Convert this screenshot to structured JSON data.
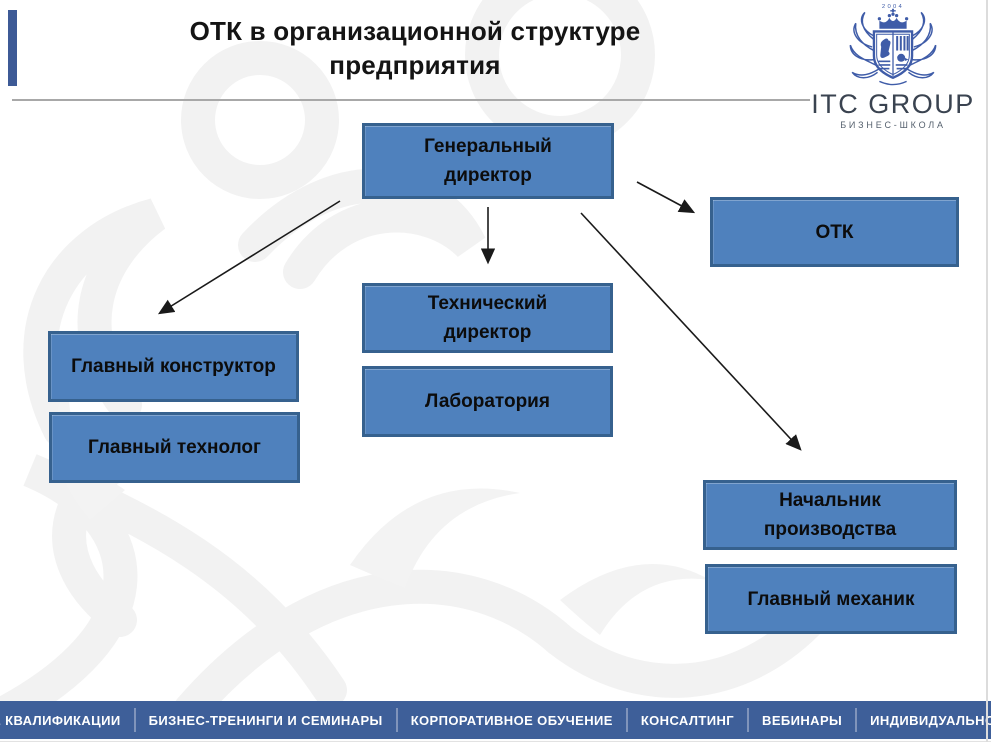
{
  "slide": {
    "title": "ОТК в организационной структуре\nпредприятия"
  },
  "logo": {
    "year": "2004",
    "name": "ITC GROUP",
    "subtitle": "БИЗНЕС-ШКОЛА"
  },
  "org": {
    "nodes": {
      "general_director": {
        "label": "Генеральный\nдиректор"
      },
      "otk": {
        "label": "ОТК"
      },
      "technical_director": {
        "label": "Технический\nдиректор"
      },
      "laboratory": {
        "label": "Лаборатория"
      },
      "chief_designer": {
        "label": "Главный конструктор"
      },
      "chief_technologist": {
        "label": "Главный технолог"
      },
      "production_chief": {
        "label": "Начальник\nпроизводства"
      },
      "chief_mechanic": {
        "label": "Главный механик"
      }
    },
    "edges": [
      {
        "from": "general_director",
        "to": "chief_designer"
      },
      {
        "from": "general_director",
        "to": "technical_director"
      },
      {
        "from": "general_director",
        "to": "otk"
      },
      {
        "from": "general_director",
        "to": "production_chief"
      }
    ]
  },
  "footer": {
    "items": [
      "ПОВЫШЕНИЕ КВАЛИФИКАЦИИ",
      "БИЗНЕС-ТРЕНИНГИ И СЕМИНАРЫ",
      "КОРПОРАТИВНОЕ ОБУЧЕНИЕ",
      "КОНСАЛТИНГ",
      "ВЕБИНАРЫ",
      "ИНДИВИДУАЛЬНОЕ ОБУЧЕНИЕ"
    ]
  },
  "colors": {
    "node_fill": "#4f81bd",
    "node_border": "#36618e",
    "accent_bar": "#3d5a96",
    "footer_bg": "#3e5f99",
    "footer_separator": "#8094bb",
    "logo_blue": "#3f5ca8",
    "logo_text": "#3a4350",
    "divider_gray": "#a8a8a8",
    "arrow": "#1a1a1a"
  }
}
